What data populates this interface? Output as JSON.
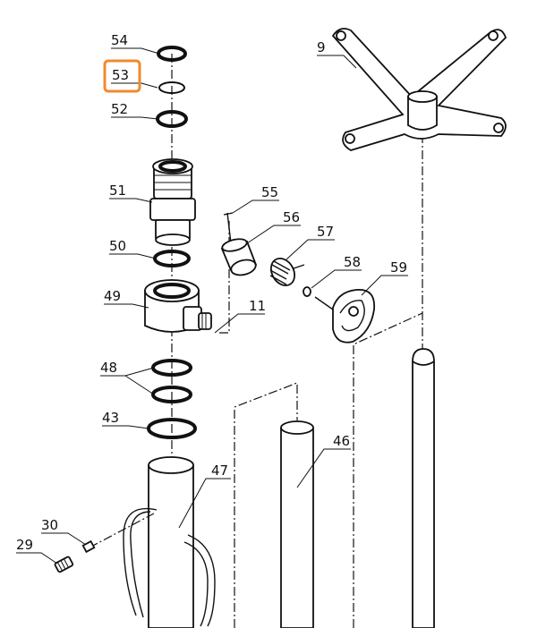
{
  "highlight_color": "#f08a2e",
  "highlighted_label": "53",
  "labels": [
    "54",
    "53",
    "52",
    "51",
    "50",
    "49",
    "48",
    "43",
    "47",
    "30",
    "29",
    "9",
    "55",
    "56",
    "57",
    "58",
    "59",
    "11",
    "46"
  ]
}
